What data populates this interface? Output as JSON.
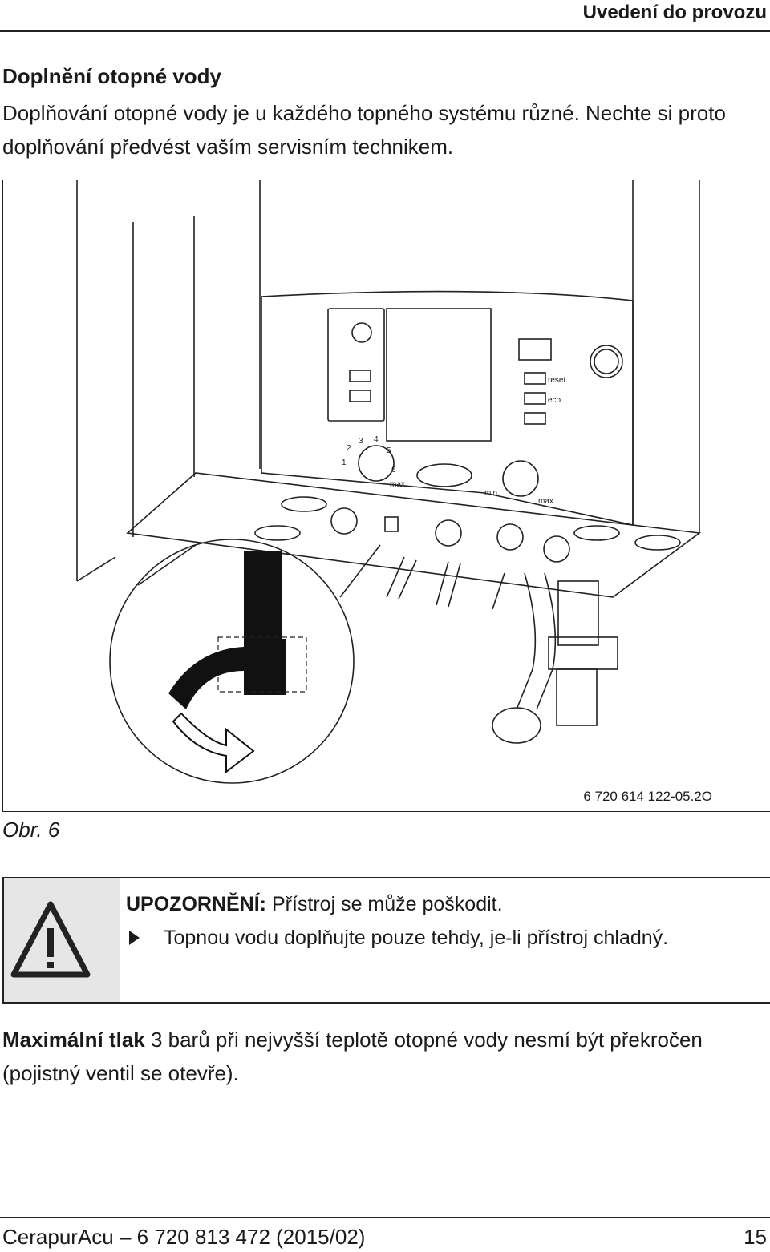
{
  "header": {
    "title": "Uvedení do provozu"
  },
  "section": {
    "heading": "Doplnění otopné vody",
    "intro": "Doplňování otopné vody je u každého topného systému různé. Nechte si proto doplňování předvést vaším servisním technikem."
  },
  "figure": {
    "code": "6 720 614 122-05.2O",
    "caption": "Obr. 6",
    "panel_labels": {
      "reset": "reset",
      "eco": "eco",
      "min": "min",
      "max": "max",
      "dial_nums": [
        "1",
        "2",
        "3",
        "4",
        "5",
        "6"
      ]
    }
  },
  "warning": {
    "label": "UPOZORNĚNÍ:",
    "text": " Přístroj se může poškodit.",
    "bullet": "Topnou vodu doplňujte pouze tehdy, je-li přístroj chladný."
  },
  "pressure_note": {
    "bold": "Maximální tlak",
    "text": " 3 barů při nejvyšší teplotě otopné vody nesmí být překročen (pojistný ventil se otevře)."
  },
  "footer": {
    "doc": "CerapurAcu – 6 720 813 472 (2015/02)",
    "page": "15"
  }
}
